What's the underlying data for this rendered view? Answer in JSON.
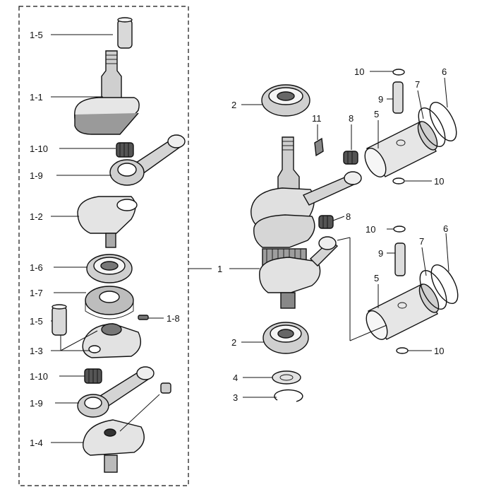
{
  "labels": {
    "l1_5a": "1-5",
    "l1_1": "1-1",
    "l1_10a": "1-10",
    "l1_9a": "1-9",
    "l1_2": "1-2",
    "l1_6": "1-6",
    "l1_7": "1-7",
    "l1_8": "1-8",
    "l1_5b": "1-5",
    "l1_3": "1-3",
    "l1_10b": "1-10",
    "l1_9b": "1-9",
    "l1_4": "1-4",
    "l1": "1",
    "l2a": "2",
    "l2b": "2",
    "l3": "3",
    "l4": "4",
    "l5a": "5",
    "l5b": "5",
    "l6a": "6",
    "l6b": "6",
    "l7a": "7",
    "l7b": "7",
    "l8a": "8",
    "l8b": "8",
    "l9a": "9",
    "l9b": "9",
    "l10a": "10",
    "l10b": "10",
    "l10c": "10",
    "l10d": "10",
    "l11": "11"
  },
  "colors": {
    "line": "#111111",
    "fill_light": "#e8e8e8",
    "fill_mid": "#bdbdbd",
    "fill_dark": "#6e6e6e"
  }
}
